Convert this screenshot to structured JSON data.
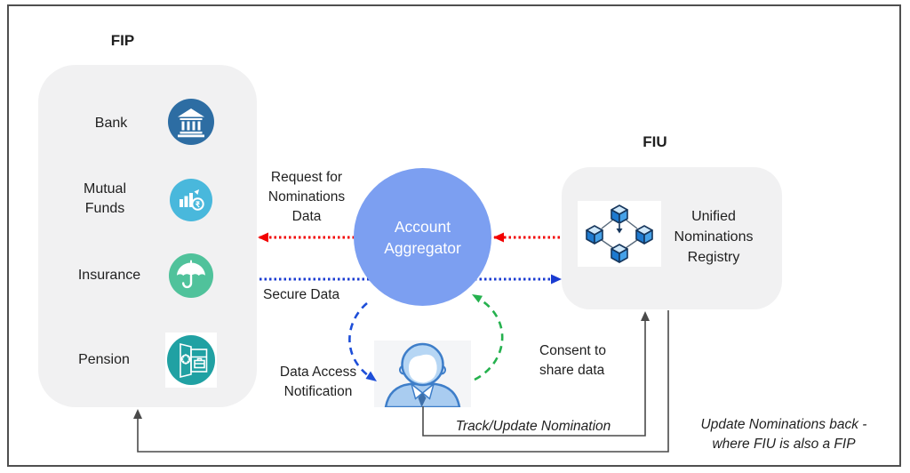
{
  "diagram": {
    "fip": {
      "title": "FIP",
      "items": [
        {
          "label": "Bank",
          "icon": "bank-icon",
          "color": "#2d6da3"
        },
        {
          "label": "Mutual Funds",
          "icon": "mutual-funds-icon",
          "color": "#49b8dc"
        },
        {
          "label": "Insurance",
          "icon": "insurance-umbrella-icon",
          "color": "#50c29b"
        },
        {
          "label": "Pension",
          "icon": "pension-safe-icon",
          "color": "#20a1a3"
        }
      ]
    },
    "aggregator": {
      "label": "Account Aggregator",
      "color": "#7c9ff1"
    },
    "fiu": {
      "title": "FIU",
      "registry_label": "Unified Nominations Registry",
      "icon": "network-cubes-icon"
    },
    "user": {
      "icon": "user-avatar-icon"
    },
    "flows": {
      "request_label": "Request for Nominations Data",
      "secure_label": "Secure Data",
      "notification_label": "Data Access Notification",
      "consent_label": "Consent to share data",
      "track_label": "Track/Update Nomination",
      "update_back_label": "Update Nominations back - where FIU is also a FIP"
    },
    "colors": {
      "request_arrow": "#f20000",
      "secure_arrow": "#1a3bd1",
      "notification_arrow": "#1d4ed8",
      "consent_arrow": "#25b14e",
      "connector": "#4a4a4a"
    }
  }
}
